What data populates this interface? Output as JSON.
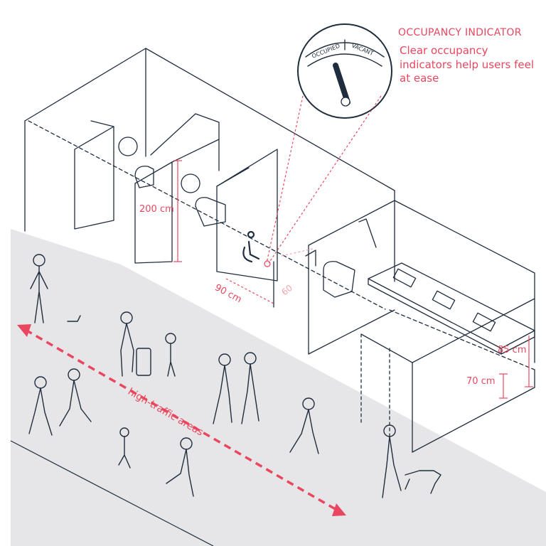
{
  "indicator": {
    "title": "OCCUPANCY INDICATOR",
    "description": "Clear occupancy indicators help users feel at ease",
    "dial_left": "OCCUPIED",
    "dial_right": "VACANT"
  },
  "dimensions": {
    "stall_height": "200 cm",
    "door_width": "90 cm",
    "clearance": "60",
    "sink_high": "85 cm",
    "sink_low": "70 cm"
  },
  "traffic_label": "high-traffic areas",
  "colors": {
    "accent": "#e8475f",
    "ink": "#1f2d3d",
    "ground": "#e6e6e8",
    "background": "#ffffff"
  }
}
